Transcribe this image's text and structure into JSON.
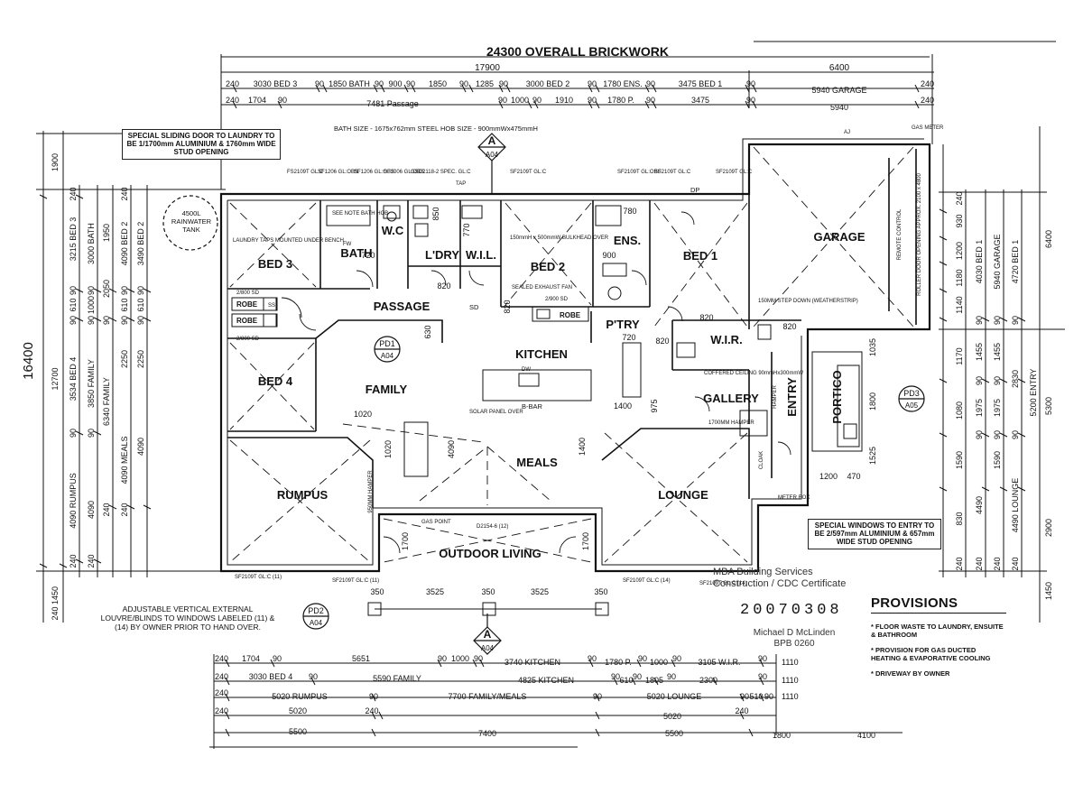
{
  "plan": {
    "overall_title": "24300 OVERALL BRICKWORK",
    "rooms": {
      "bed3": "BED 3",
      "bath": "BATH",
      "wc": "W.C",
      "ldry": "L'DRY",
      "wil": "W.I.L.",
      "bed2": "BED 2",
      "ens": "ENS.",
      "bed1": "BED 1",
      "garage": "GARAGE",
      "passage": "PASSAGE",
      "kitchen": "KITCHEN",
      "pantry": "P'TRY",
      "wir": "W.I.R.",
      "family": "FAMILY",
      "bed4": "BED 4",
      "gallery": "GALLERY",
      "entry": "ENTRY",
      "portico": "PORTICO",
      "meals": "MEALS",
      "rumpus": "RUMPUS",
      "lounge": "LOUNGE",
      "outdoor": "OUTDOOR LIVING",
      "robe1": "ROBE",
      "robe2": "ROBE",
      "robe3": "ROBE"
    },
    "top_dims": {
      "row1": [
        "17900",
        "6400"
      ],
      "row2": [
        "240",
        "3030 BED 3",
        "90",
        "1850 BATH",
        "90",
        "900",
        "90",
        "1850",
        "90",
        "1285",
        "90",
        "3000 BED 2",
        "90",
        "1780 ENS.",
        "90",
        "3475 BED 1",
        "90",
        "5940 GARAGE",
        "240"
      ],
      "row3": [
        "240",
        "1704",
        "90",
        "7481 Passage",
        "90",
        "1000",
        "90",
        "1910",
        "90",
        "1780 P.",
        "90",
        "3475",
        "90",
        "5940",
        "240"
      ]
    },
    "bottom_dims": {
      "row1": [
        "240",
        "1704",
        "90",
        "5651",
        "90",
        "1000",
        "90",
        "3740 KITCHEN",
        "90",
        "1780 P.",
        "90",
        "1000",
        "90",
        "3105 W.I.R.",
        "90",
        "1110"
      ],
      "row2": [
        "240",
        "3030 BED 4",
        "90",
        "5590 FAMILY",
        "4825 KITCHEN",
        "90",
        "610",
        "90",
        "1805",
        "90",
        "2300",
        "90",
        "1110"
      ],
      "row3": [
        "240",
        "5020 RUMPUS",
        "90",
        "7700 FAMILY/MEALS",
        "90",
        "5020 LOUNGE",
        "90",
        "510",
        "90",
        "1110"
      ],
      "row4": [
        "240",
        "5020",
        "240",
        "5020",
        "240"
      ],
      "row5": [
        "5500",
        "7400",
        "5500",
        "1800",
        "4100"
      ]
    },
    "left_dims": {
      "overall": "16400",
      "a": [
        "1900",
        "240",
        "3215 BED 3",
        "90",
        "610",
        "90",
        "3534 BED 4",
        "90",
        "4090 RUMPUS",
        "240",
        "1450",
        "240"
      ],
      "b": [
        "3000 BATH",
        "90",
        "1000",
        "90",
        "3850 FAMILY",
        "90",
        "4090",
        "240"
      ],
      "c": [
        "1950",
        "2050",
        "90",
        "6340 FAMILY",
        "4090 MEALS",
        "240"
      ],
      "d": [
        "240",
        "4090 BED 2",
        "90",
        "610",
        "90",
        "2250",
        "4090",
        "240"
      ],
      "e": [
        "3490 BED 2",
        "90",
        "610",
        "90",
        "2250"
      ],
      "f": [
        "12700"
      ]
    },
    "right_dims": {
      "overall": [
        "6400",
        "5300",
        "2900",
        "1450"
      ],
      "a": [
        "240",
        "930",
        "1200",
        "1180",
        "1140",
        "1170",
        "1080",
        "1590",
        "830",
        "240"
      ],
      "b": [
        "4030 BED 1",
        "90",
        "1455",
        "90",
        "1975",
        "90",
        "4490",
        "240"
      ],
      "c": [
        "5940 GARAGE",
        "90",
        "1455",
        "90",
        "1975",
        "90",
        "1590",
        "240"
      ],
      "d": [
        "4720 BED 1",
        "90",
        "2830",
        "90",
        "4490 LOUNGE",
        "240"
      ],
      "e": [
        "5200 ENTRY"
      ]
    },
    "interior_dims": [
      "720",
      "720",
      "780",
      "820",
      "820",
      "820",
      "1400",
      "1400",
      "4090",
      "1020",
      "1020",
      "1700",
      "1700",
      "3525",
      "3525",
      "350",
      "350",
      "350",
      "1200",
      "470",
      "1035",
      "1800",
      "1525",
      "975",
      "630",
      "900",
      "850",
      "770",
      "820",
      "820"
    ],
    "notes": {
      "bath_size": "BATH SIZE - 1675x762mm STEEL HOB SIZE - 900mmWx475mmH",
      "laundry_taps": "LAUNDRY TAPS MOUNTED UNDER BENCH",
      "see_note": "SEE NOTE BATH HOB",
      "bulkhead": "150mmH x 500mmW BULKHEAD OVER",
      "exhaust": "SEALED EXHAUST FAN",
      "step_down": "150MM STEP DOWN (WEATHERSTRIP)",
      "coffered": "COFFERED CEILING 90mmHx300mmW",
      "hamper_1700": "1700MM HAMPER",
      "solar_panel": "SOLAR PANEL OVER",
      "bbar": "B-BAR",
      "gas_point": "GAS POINT",
      "door_d2154": "D2154-6 (12)",
      "remote": "REMOTE CONTROL",
      "roller_door": "ROLLER DOOR OPENING APPROX. 2100 x 4800",
      "gas_meter": "GAS METER",
      "cloak": "CLOAK",
      "hamper": "HAMPER",
      "meter_box": "METER BOX",
      "ss": "SS",
      "dw": "DW",
      "sd": "SD",
      "fw": "FW",
      "dp": "DP",
      "aj": "AJ",
      "tap": "TAP",
      "robe_sd1": "2/800 SD",
      "robe_sd2": "2/800 SD",
      "robe_sd3": "2/900 SD",
      "hamper_950": "950MM HAMPER",
      "windows_top": [
        "FS2109T GL:C",
        "SF1206 GL:OBS.",
        "SF1206 GL:OBS.",
        "SF1006 GL:OBS.",
        "GSD2118-2 SPEC. GL:C",
        "SF2109T GL:C",
        "SF2109T GL:OBS",
        "SF2109T GL:C",
        "SF2109T GL:C"
      ],
      "windows_bottom": [
        "SF2109T GL:C (11)",
        "SF2109T GL:C (11)",
        "SF2109T GL:C (14)",
        "SF2109T GL:C (14)"
      ]
    },
    "sections": {
      "top_a": "A",
      "top_a_ref": "A04",
      "bottom_a": "A",
      "bottom_a_ref": "A04",
      "pd1": "PD1",
      "pd1_ref": "A04",
      "pd2": "PD2",
      "pd2_ref": "A04",
      "pd3": "PD3",
      "pd3_ref": "A05"
    },
    "tank": "4500L RAINWATER TANK",
    "sliding_door_note": "SPECIAL SLIDING DOOR TO LAUNDRY TO BE 1/1700mm ALUMINIUM & 1760mm WIDE STUD OPENING",
    "entry_window_note": "SPECIAL WINDOWS TO ENTRY TO BE 2/597mm ALUMINIUM & 657mm WIDE STUD OPENING",
    "louvre_note": "ADJUSTABLE VERTICAL EXTERNAL LOUVRE/BLINDS TO WINDOWS LABELED (11) & (14) BY OWNER PRIOR TO HAND OVER."
  },
  "certificate": {
    "line1": "MBA Building Services",
    "line2": "Construction / CDC Certificate",
    "number": "20070308",
    "signer": "Michael D McLinden",
    "signer_id": "BPB 0260"
  },
  "provisions": {
    "title": "PROVISIONS",
    "items": [
      "* FLOOR WASTE TO LAUNDRY, ENSUITE & BATHROOM",
      "* PROVISION FOR GAS DUCTED HEATING & EVAPORATIVE COOLING",
      "* DRIVEWAY BY OWNER"
    ]
  }
}
